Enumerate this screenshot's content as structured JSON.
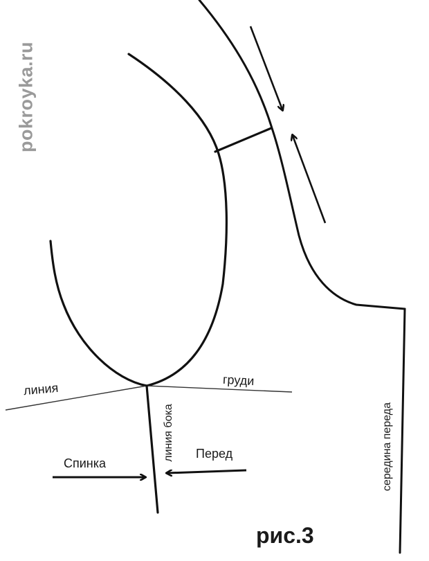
{
  "watermark": "pokroyka.ru",
  "labels": {
    "bust_line_left": "линия",
    "bust_line_right": "груди",
    "side_line": "линия бока",
    "back": "Спинка",
    "front": "Перед",
    "center_front": "середина переда",
    "figure": "рис.3"
  },
  "colors": {
    "line": "#111111",
    "thin_line": "#333333",
    "watermark": "#9a9a9a"
  }
}
